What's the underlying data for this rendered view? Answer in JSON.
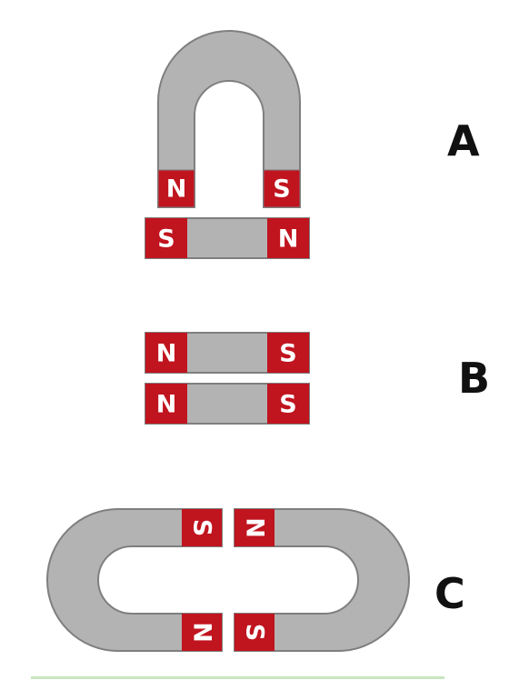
{
  "colors": {
    "magnet_body": "#b3b3b3",
    "magnet_outline": "#7f7f7f",
    "pole_red": "#c0141f",
    "pole_text": "#ffffff",
    "label_text": "#111111",
    "background": "#ffffff"
  },
  "panels": {
    "a": {
      "label": "A",
      "horseshoe": {
        "left_pole": "N",
        "right_pole": "S"
      },
      "bar": {
        "left_pole": "S",
        "right_pole": "N"
      }
    },
    "b": {
      "label": "B",
      "top_bar": {
        "left_pole": "N",
        "right_pole": "S"
      },
      "bottom_bar": {
        "left_pole": "N",
        "right_pole": "S"
      }
    },
    "c": {
      "label": "C",
      "left_horseshoe": {
        "top_pole": "S",
        "bottom_pole": "N"
      },
      "right_horseshoe": {
        "top_pole": "N",
        "bottom_pole": "S"
      }
    }
  }
}
